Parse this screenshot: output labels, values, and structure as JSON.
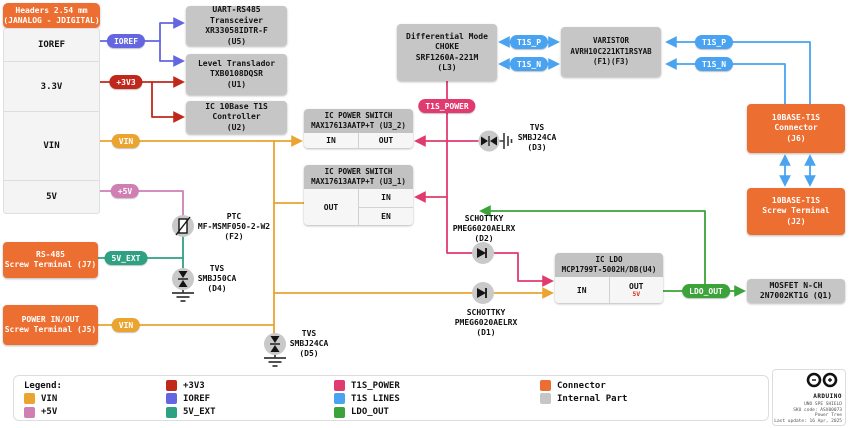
{
  "header_table": {
    "title_line1": "Headers 2.54 mm",
    "title_line2": "(JANALOG - JDIGITAL)",
    "rows": [
      "IOREF",
      "3.3V",
      "VIN",
      "5V"
    ]
  },
  "badges": {
    "ioref": "IOREF",
    "p3v3": "+3V3",
    "vin_top": "VIN",
    "p5v": "+5V",
    "t1s_p_left": "T1S_P",
    "t1s_n_left": "T1S_N",
    "t1s_p_right": "T1S_P",
    "t1s_n_right": "T1S_N",
    "t1s_power": "T1S_POWER",
    "v5_ext": "5V_EXT",
    "vin_bottom": "VIN",
    "ldo_out": "LDO_OUT"
  },
  "blocks": {
    "uart": {
      "l0": "UART-RS485",
      "l1": "Transceiver",
      "l2": "XR33058IDTR-F",
      "l3": "(U5)"
    },
    "level": {
      "l0": "Level Translador",
      "l1": "TXB0108DQSR",
      "l2": "(U1)"
    },
    "controller": {
      "l0": "IC 10Base T1S",
      "l1": "Controller",
      "l2": "(U2)"
    },
    "choke": {
      "l0": "Differential Mode",
      "l1": "CHOKE",
      "l2": "SRF1260A-221M",
      "l3": "(L3)"
    },
    "varistor": {
      "l0": "VARISTOR",
      "l1": "AVRH10C221KT1RSYAB",
      "l2": "(F1)(F3)"
    },
    "switch_u3_2": {
      "t0": "IC POWER SWITCH",
      "t1": "MAX17613AATP+T (U3_2)",
      "in": "IN",
      "out": "OUT"
    },
    "switch_u3_1": {
      "t0": "IC POWER SWITCH",
      "t1": "MAX17613AATP+T (U3_1)",
      "out": "OUT",
      "in": "IN",
      "en": "EN"
    },
    "ldo": {
      "t0": "IC LDO",
      "t1": "MCP1799T-5002H/DB(U4)",
      "in": "IN",
      "out": "OUT",
      "out_sub": "5V"
    },
    "mosfet": {
      "l0": "MOSFET N-CH",
      "l1": "2N7002KT1G (Q1)"
    },
    "j6": {
      "l0": "10BASE-T1S",
      "l1": "Connector",
      "l2": "(J6)"
    },
    "j2": {
      "l0": "10BASE-T1S",
      "l1": "Screw Terminal",
      "l2": "(J2)"
    },
    "j7": {
      "l0": "RS-485",
      "l1": "Screw Terminal (J7)"
    },
    "j5": {
      "l0": "POWER IN/OUT",
      "l1": "Screw Terminal (J5)"
    }
  },
  "components": {
    "d3": {
      "l0": "TVS",
      "l1": "SMBJ24CA",
      "l2": "(D3)"
    },
    "f2": {
      "l0": "PTC",
      "l1": "MF-MSMF050-2-W2",
      "l2": "(F2)"
    },
    "d4": {
      "l0": "TVS",
      "l1": "SMBJ50CA",
      "l2": "(D4)"
    },
    "d2": {
      "l0": "SCHOTTKY",
      "l1": "PMEG6020AELRX",
      "l2": "(D2)"
    },
    "d1": {
      "l0": "SCHOTTKY",
      "l1": "PMEG6020AELRX",
      "l2": "(D1)"
    },
    "d5": {
      "l0": "TVS",
      "l1": "SMBJ24CA",
      "l2": "(D5)"
    }
  },
  "legend": {
    "title": "Legend:",
    "items": [
      {
        "label": "+3V3",
        "color": "#C0281C"
      },
      {
        "label": "T1S_POWER",
        "color": "#E13A6E"
      },
      {
        "label": "Connector",
        "color": "#ED6E31"
      },
      {
        "label": "VIN",
        "color": "#EAA42F"
      },
      {
        "label": "IOREF",
        "color": "#6366E0"
      },
      {
        "label": "T1S LINES",
        "color": "#4AA3F0"
      },
      {
        "label": "Internal Part",
        "color": "#C6C6C6"
      },
      {
        "label": "+5V",
        "color": "#CF7FB4"
      },
      {
        "label": "5V_EXT",
        "color": "#2FA183"
      },
      {
        "label": "LDO_OUT",
        "color": "#3BA339"
      }
    ]
  },
  "footer": {
    "brand": "ARDUINO",
    "l0": "UNO SPE SHIELD",
    "l1": "SKU code: ASX00073",
    "l2": "Power Tree",
    "l3": "Last update: 16 Apr, 2025"
  },
  "colors": {
    "vin": "#EAA42F",
    "p5v": "#CF7FB4",
    "p3v3": "#C0281C",
    "ioref": "#6366E0",
    "t1s_power": "#E13A6E",
    "t1s_lines": "#4AA3F0",
    "v5_ext": "#2FA183",
    "ldo_out": "#3BA339",
    "connector": "#ED6E31",
    "internal": "#C6C6C6"
  }
}
